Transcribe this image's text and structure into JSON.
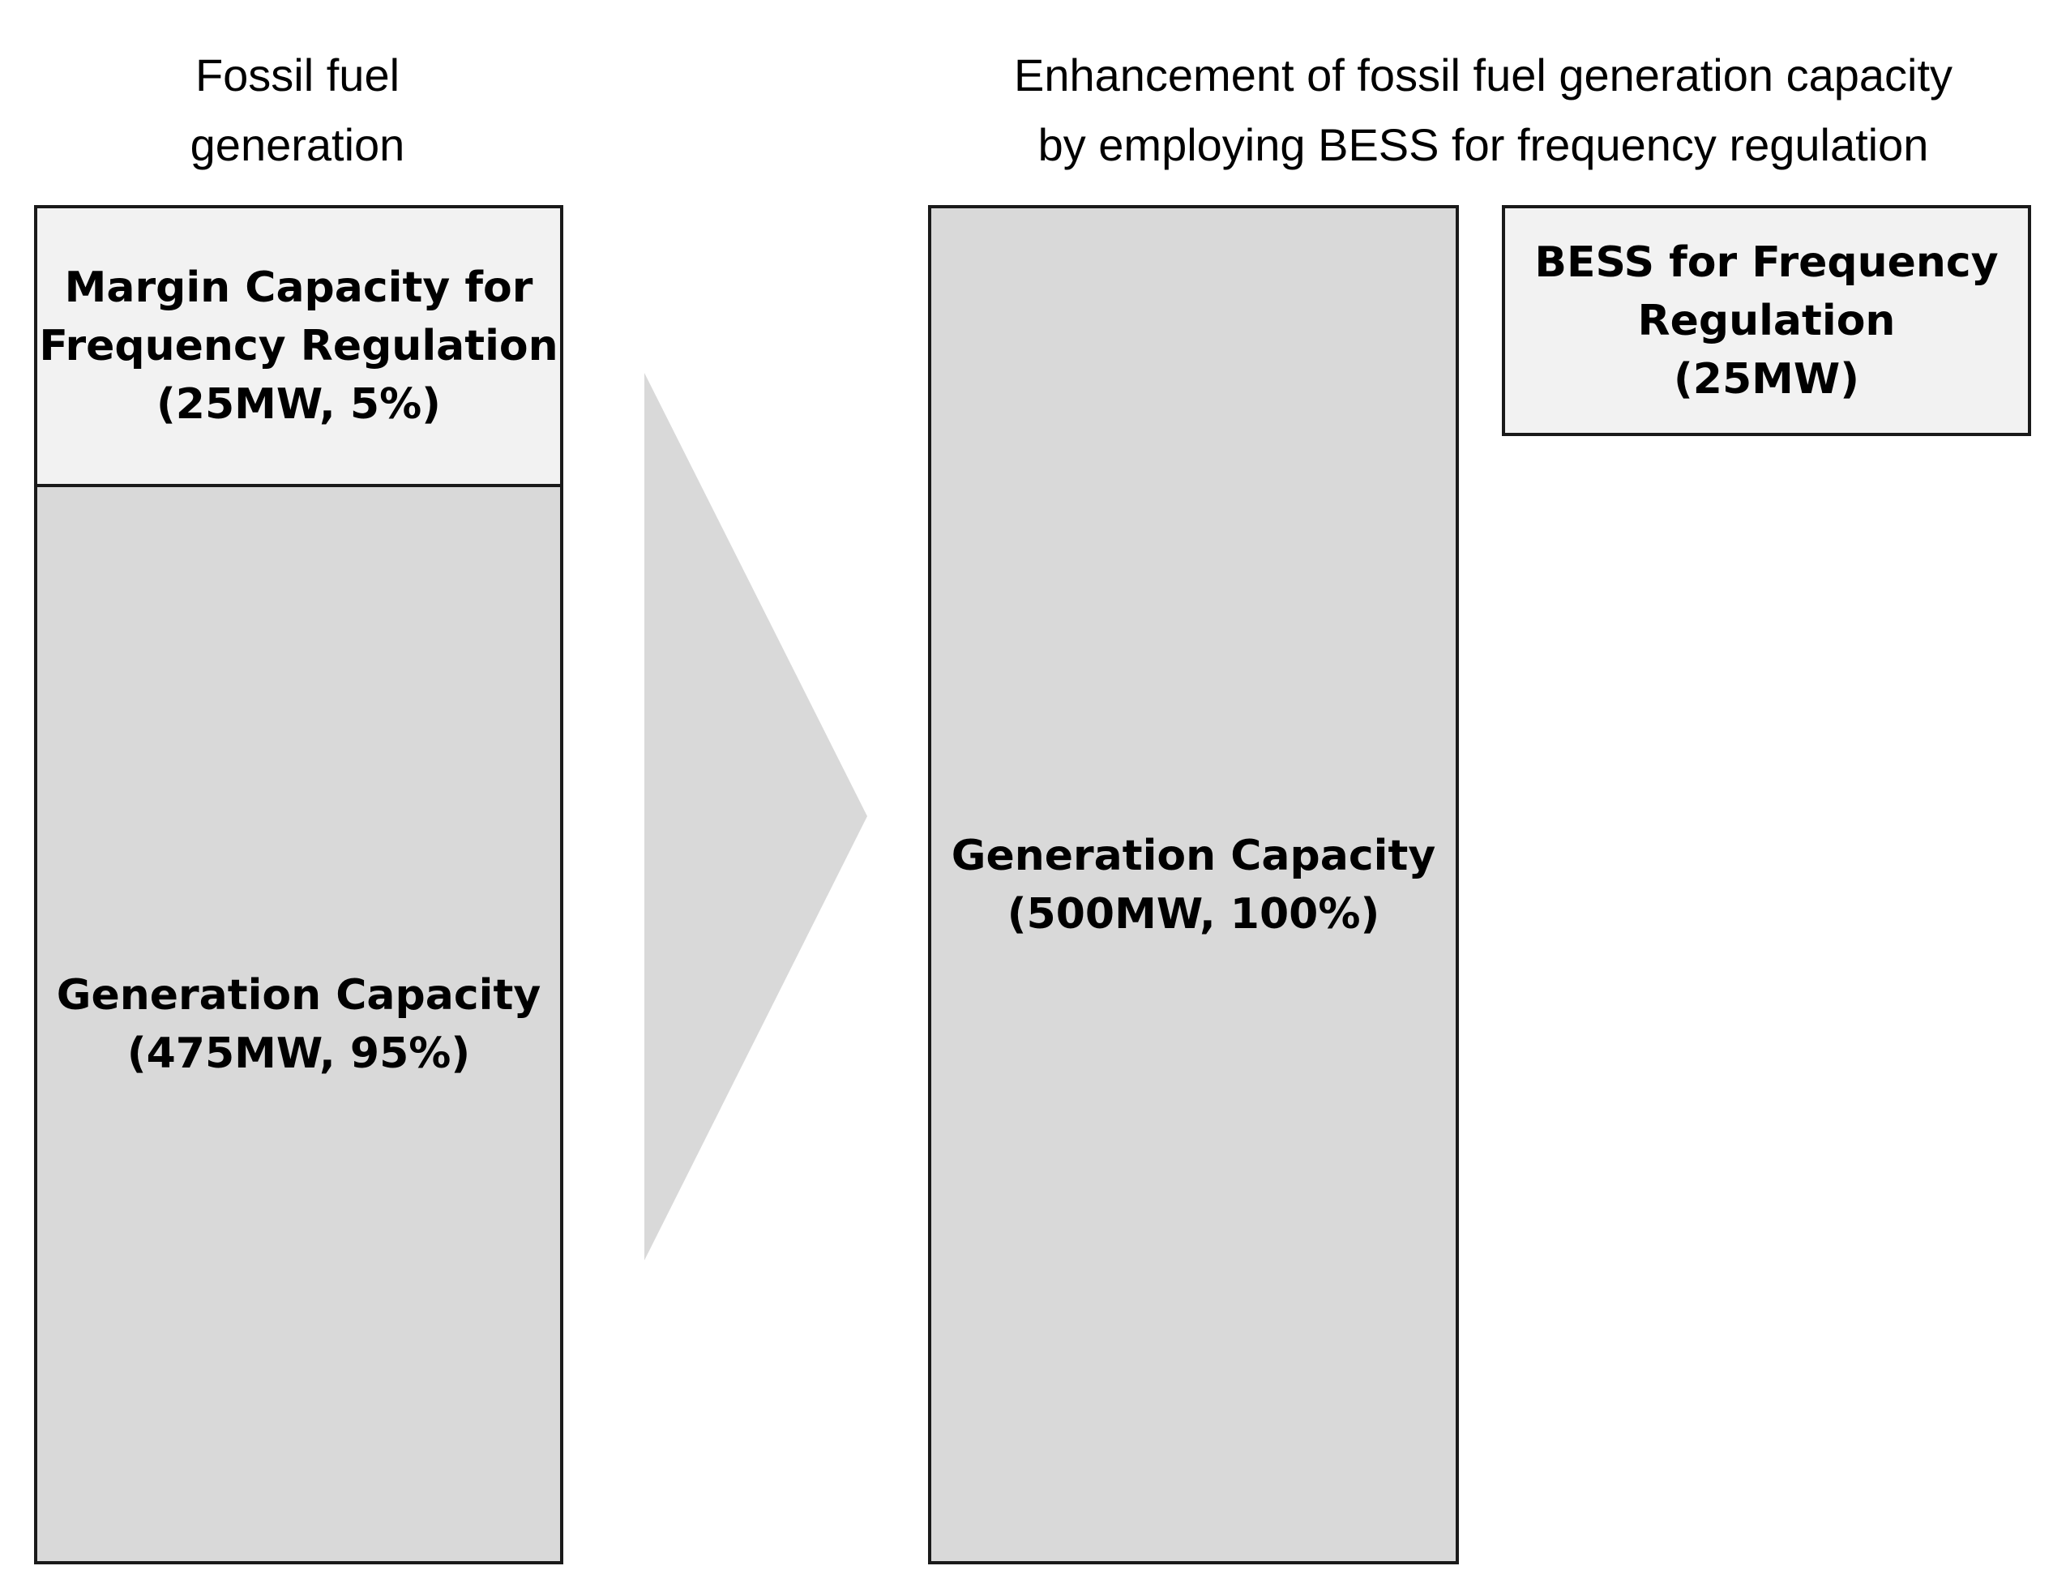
{
  "left_column": {
    "heading_lines": [
      "Fossil fuel",
      "generation"
    ],
    "margin_block_lines": [
      "Margin Capacity for",
      "Frequency Regulation",
      "(25MW,  5%)"
    ],
    "generation_block_lines": [
      "Generation Capacity",
      "(475MW,  95%)"
    ]
  },
  "right_column": {
    "heading_lines": [
      "Enhancement of fossil fuel generation capacity",
      "by employing BESS for frequency regulation"
    ],
    "generation_block_lines": [
      "Generation Capacity",
      "(500MW,  100%)"
    ],
    "bess_block_lines": [
      "BESS for Frequency",
      "Regulation",
      "(25MW)"
    ]
  },
  "colors": {
    "margin_fill": "#f2f2f2",
    "generation_fill": "#d9d9d9",
    "arrow_fill": "#d9d9d9",
    "border": "#1a1a1a"
  },
  "icons": {
    "transition_arrow": "chevron-right-icon"
  }
}
